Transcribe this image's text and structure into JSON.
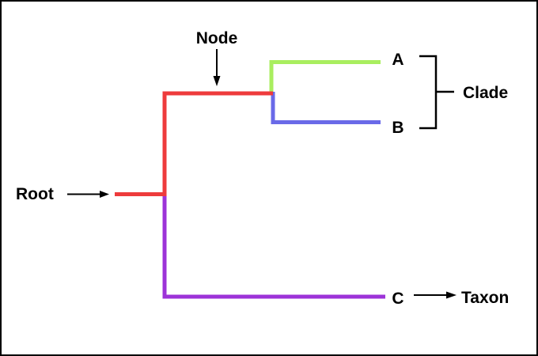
{
  "diagram": {
    "type": "phylogenetic-tree",
    "annotations": {
      "root_label": "Root",
      "node_label": "Node",
      "clade_label": "Clade",
      "taxon_label": "Taxon"
    },
    "taxa": [
      {
        "name": "A"
      },
      {
        "name": "B"
      },
      {
        "name": "C"
      }
    ],
    "clade_members": [
      "A",
      "B"
    ],
    "colors": {
      "root_branch": "#EE3B3C",
      "branch_a": "#A9EE5F",
      "branch_b": "#6A6AE8",
      "branch_c": "#9D33D8",
      "annotation": "#000000",
      "background": "#FFFFFF",
      "border": "#000000"
    }
  }
}
